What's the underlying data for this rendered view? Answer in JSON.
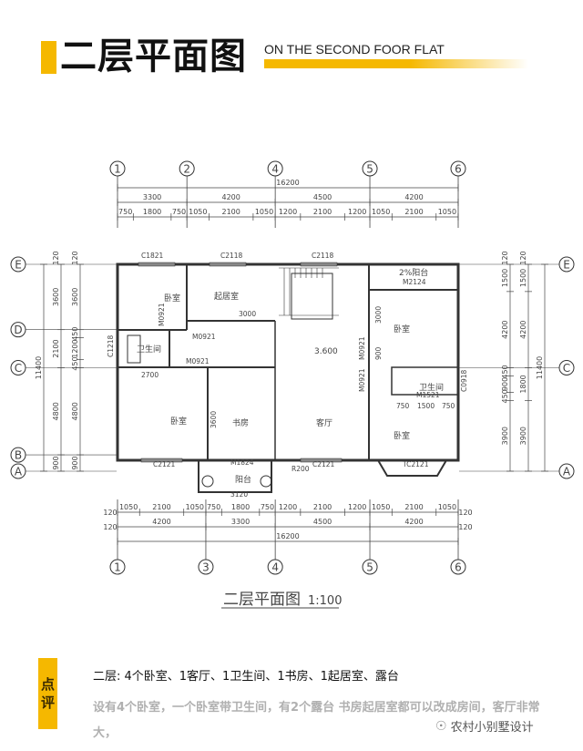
{
  "header": {
    "title": "二层平面图",
    "subtitle": "ON THE SECOND FOOR FLAT",
    "accent": "#f5b800"
  },
  "plan": {
    "axes_top": [
      "1",
      "2",
      "4",
      "5",
      "6"
    ],
    "axes_bottom": [
      "1",
      "3",
      "4",
      "5",
      "6"
    ],
    "axes_left": [
      "E",
      "D",
      "C",
      "B",
      "A"
    ],
    "axes_right": [
      "E",
      "C",
      "A"
    ],
    "dims_top": {
      "total": "16200",
      "main": [
        3300,
        4200,
        4500,
        4200
      ],
      "sub": [
        750,
        1800,
        750,
        1050,
        2100,
        1050,
        1200,
        2100,
        1200,
        1050,
        2100,
        1050
      ]
    },
    "dims_bottom": {
      "total": "16200",
      "main": [
        4200,
        3300,
        4500,
        4200
      ],
      "sub": [
        1050,
        2100,
        1050,
        750,
        1800,
        750,
        1200,
        2100,
        1200,
        1050,
        2100,
        1050
      ],
      "edge": "120"
    },
    "dims_left": {
      "total": "11400",
      "main": [
        3600,
        2100,
        4800,
        900
      ],
      "sub": [
        3600,
        450,
        1200,
        450,
        4800,
        900
      ],
      "edge": "120"
    },
    "dims_right": {
      "total": "11400",
      "main": [
        1500,
        4200,
        1800,
        3900
      ],
      "sub": [
        1500,
        4200,
        450,
        900,
        450,
        3900
      ],
      "edge": "120"
    },
    "rooms": [
      "卧室",
      "起居室",
      "卫生间",
      "卧室",
      "书房",
      "客厅",
      "卧室",
      "卫生间",
      "卧室",
      "阳台",
      "2%阳台"
    ],
    "level": "3.600",
    "openings": [
      "C1821",
      "C2118",
      "C2118",
      "M2124",
      "M0921",
      "M0921",
      "M0921",
      "M0921",
      "M0921",
      "C1218",
      "M1521",
      "C2121",
      "M1824",
      "C2121",
      "TC2121",
      "C0918",
      "R200"
    ],
    "inner_dims": [
      "2700",
      "3000",
      "3600",
      "3000",
      "3120",
      "900",
      "750",
      "1500",
      "750"
    ],
    "caption": "二层平面图",
    "scale": "1:100"
  },
  "comment": {
    "badge": [
      "点",
      "评"
    ],
    "summary": "二层:  4个卧室、1客厅、1卫生间、1书房、1起居室、露台",
    "detail": "设有4个卧室，一个卧室带卫生间，有2个露台 书房起居室都可以改成房间，客厅非常大，",
    "watermark": "农村小别墅设计"
  }
}
